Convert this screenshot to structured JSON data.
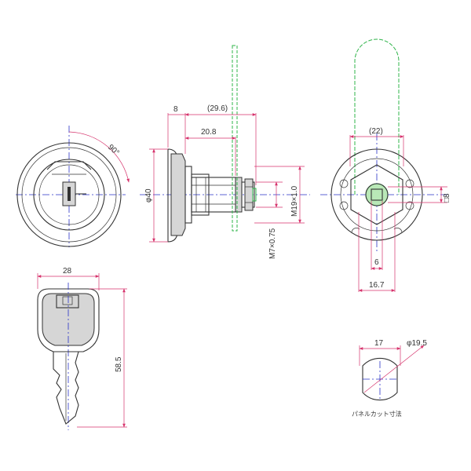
{
  "dimensions": {
    "flange_thickness": "8",
    "overall_length": "(29.6)",
    "body_length": "20.8",
    "flange_diameter": "φ40",
    "thread_major": "M19×1.0",
    "thread_minor": "M7×0.75",
    "rotation_angle": "90°",
    "cam_width": "(22)",
    "shaft_flat": "□8",
    "shaft_width": "6",
    "nut_width": "16.7",
    "key_width": "28",
    "key_length": "58.5",
    "panel_cut_flat": "17",
    "panel_cut_diameter": "φ19.5"
  },
  "captions": {
    "panel_cut": "パネルカット寸法"
  },
  "colors": {
    "outline": "#333333",
    "dimension": "#d6336c",
    "centerline": "#2a33c8",
    "cam": "#2fb44a"
  }
}
